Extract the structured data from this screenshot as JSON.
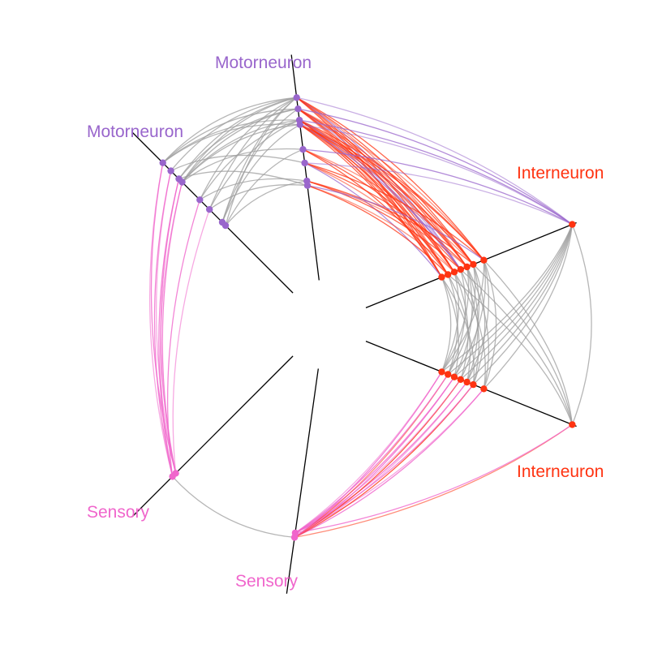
{
  "colors": {
    "motorneuron": "#9966CC",
    "interneuron": "#FF3311",
    "sensory": "#F066CC",
    "within_group_edge": "#9E9E9E",
    "axis_line": "#000000"
  },
  "axis_labels": {
    "motor_top": "Motorneuron",
    "motor_left": "Motorneuron",
    "inter_top": "Interneuron",
    "inter_bottom": "Interneuron",
    "sens_left": "Sensory",
    "sens_bottom": "Sensory"
  },
  "chart_data": {
    "type": "hive",
    "groups": [
      "Motorneuron",
      "Interneuron",
      "Sensory"
    ],
    "axes": [
      {
        "id": "motor_top",
        "group": "Motorneuron"
      },
      {
        "id": "motor_left",
        "group": "Motorneuron"
      },
      {
        "id": "inter_top",
        "group": "Interneuron"
      },
      {
        "id": "inter_bottom",
        "group": "Interneuron"
      },
      {
        "id": "sens_left",
        "group": "Sensory"
      },
      {
        "id": "sens_bottom",
        "group": "Sensory"
      }
    ],
    "node_counts": {
      "motorneuron": 8,
      "interneuron": 8,
      "sensory": 2
    },
    "node_radii": {
      "motorneuron": [
        0.81,
        0.76,
        0.71,
        0.69,
        0.58,
        0.52,
        0.44,
        0.42
      ],
      "interneuron": [
        0.98,
        0.56,
        0.51,
        0.48,
        0.45,
        0.42,
        0.39,
        0.36
      ],
      "sensory": [
        0.75,
        0.73
      ]
    },
    "edges": {
      "motor_motor": [
        [
          0,
          0
        ],
        [
          0,
          1
        ],
        [
          0,
          2
        ],
        [
          0,
          3
        ],
        [
          0,
          4
        ],
        [
          0,
          5
        ],
        [
          0,
          6
        ],
        [
          0,
          7
        ],
        [
          1,
          0
        ],
        [
          1,
          2
        ],
        [
          1,
          3
        ],
        [
          1,
          6
        ],
        [
          2,
          0
        ],
        [
          2,
          3
        ],
        [
          2,
          4
        ],
        [
          2,
          5
        ],
        [
          3,
          0
        ],
        [
          3,
          3
        ],
        [
          3,
          6
        ],
        [
          4,
          3
        ],
        [
          4,
          7
        ],
        [
          5,
          1
        ],
        [
          6,
          4
        ],
        [
          6,
          7
        ],
        [
          7,
          2
        ],
        [
          7,
          5
        ]
      ],
      "inter_inter": [
        [
          0,
          0
        ],
        [
          0,
          1
        ],
        [
          0,
          2
        ],
        [
          0,
          3
        ],
        [
          0,
          4
        ],
        [
          0,
          5
        ],
        [
          0,
          6
        ],
        [
          0,
          7
        ],
        [
          1,
          0
        ],
        [
          1,
          1
        ],
        [
          1,
          3
        ],
        [
          1,
          5
        ],
        [
          1,
          7
        ],
        [
          2,
          0
        ],
        [
          2,
          2
        ],
        [
          2,
          4
        ],
        [
          2,
          6
        ],
        [
          3,
          1
        ],
        [
          3,
          3
        ],
        [
          3,
          5
        ],
        [
          3,
          7
        ],
        [
          4,
          0
        ],
        [
          4,
          2
        ],
        [
          4,
          6
        ],
        [
          5,
          1
        ],
        [
          5,
          4
        ],
        [
          5,
          7
        ],
        [
          6,
          0
        ],
        [
          6,
          3
        ],
        [
          6,
          6
        ],
        [
          7,
          2
        ],
        [
          7,
          5
        ],
        [
          7,
          7
        ]
      ],
      "sens_sens": [
        [
          0,
          0
        ]
      ],
      "motor_inter": [
        [
          0,
          0
        ],
        [
          0,
          1
        ],
        [
          0,
          2
        ],
        [
          0,
          3
        ],
        [
          0,
          4
        ],
        [
          0,
          5
        ],
        [
          0,
          6
        ],
        [
          0,
          7
        ],
        [
          1,
          0
        ],
        [
          1,
          1
        ],
        [
          1,
          2
        ],
        [
          1,
          3
        ],
        [
          1,
          4
        ],
        [
          1,
          5
        ],
        [
          1,
          6
        ],
        [
          1,
          7
        ],
        [
          2,
          0
        ],
        [
          2,
          1
        ],
        [
          2,
          2
        ],
        [
          2,
          3
        ],
        [
          2,
          4
        ],
        [
          2,
          5
        ],
        [
          2,
          6
        ],
        [
          2,
          7
        ],
        [
          3,
          0
        ],
        [
          3,
          1
        ],
        [
          3,
          2
        ],
        [
          3,
          3
        ],
        [
          3,
          4
        ],
        [
          3,
          5
        ],
        [
          3,
          6
        ],
        [
          3,
          7
        ],
        [
          4,
          0
        ],
        [
          4,
          2
        ],
        [
          4,
          4
        ],
        [
          4,
          6
        ],
        [
          5,
          0
        ],
        [
          5,
          1
        ],
        [
          5,
          3
        ],
        [
          5,
          5
        ],
        [
          5,
          7
        ],
        [
          6,
          2
        ],
        [
          6,
          3
        ],
        [
          6,
          4
        ],
        [
          7,
          1
        ],
        [
          7,
          5
        ],
        [
          7,
          6
        ]
      ],
      "inter_sens": [
        [
          0,
          0
        ],
        [
          0,
          1
        ],
        [
          1,
          0
        ],
        [
          1,
          1
        ],
        [
          2,
          0
        ],
        [
          2,
          1
        ],
        [
          3,
          0
        ],
        [
          3,
          1
        ],
        [
          4,
          0
        ],
        [
          4,
          1
        ],
        [
          5,
          0
        ],
        [
          5,
          1
        ],
        [
          6,
          0
        ],
        [
          6,
          1
        ],
        [
          7,
          0
        ],
        [
          7,
          1
        ]
      ],
      "sens_motor": [
        [
          0,
          0
        ],
        [
          0,
          1
        ],
        [
          0,
          2
        ],
        [
          0,
          3
        ],
        [
          0,
          4
        ],
        [
          1,
          0
        ],
        [
          1,
          1
        ],
        [
          1,
          2
        ],
        [
          1,
          3
        ],
        [
          1,
          5
        ]
      ]
    }
  }
}
